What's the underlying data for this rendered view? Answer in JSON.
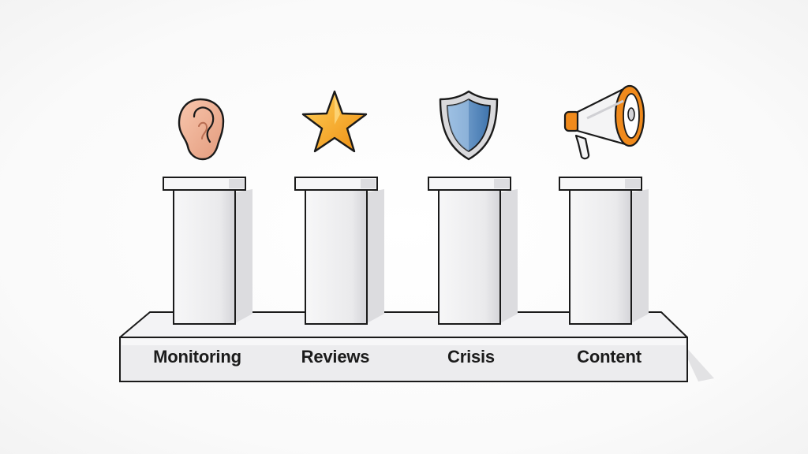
{
  "pillars": [
    {
      "label": "Monitoring",
      "icon": "ear-icon"
    },
    {
      "label": "Reviews",
      "icon": "star-icon"
    },
    {
      "label": "Crisis",
      "icon": "shield-icon"
    },
    {
      "label": "Content",
      "icon": "megaphone-icon"
    }
  ],
  "colors": {
    "outline": "#1a1a1a",
    "pillar_fill": "#ececee",
    "ear_fill": "#f2b59b",
    "star_fill": "#f4a623",
    "shield_fill": "#5b8fc4",
    "megaphone_accent": "#f08a1c"
  }
}
